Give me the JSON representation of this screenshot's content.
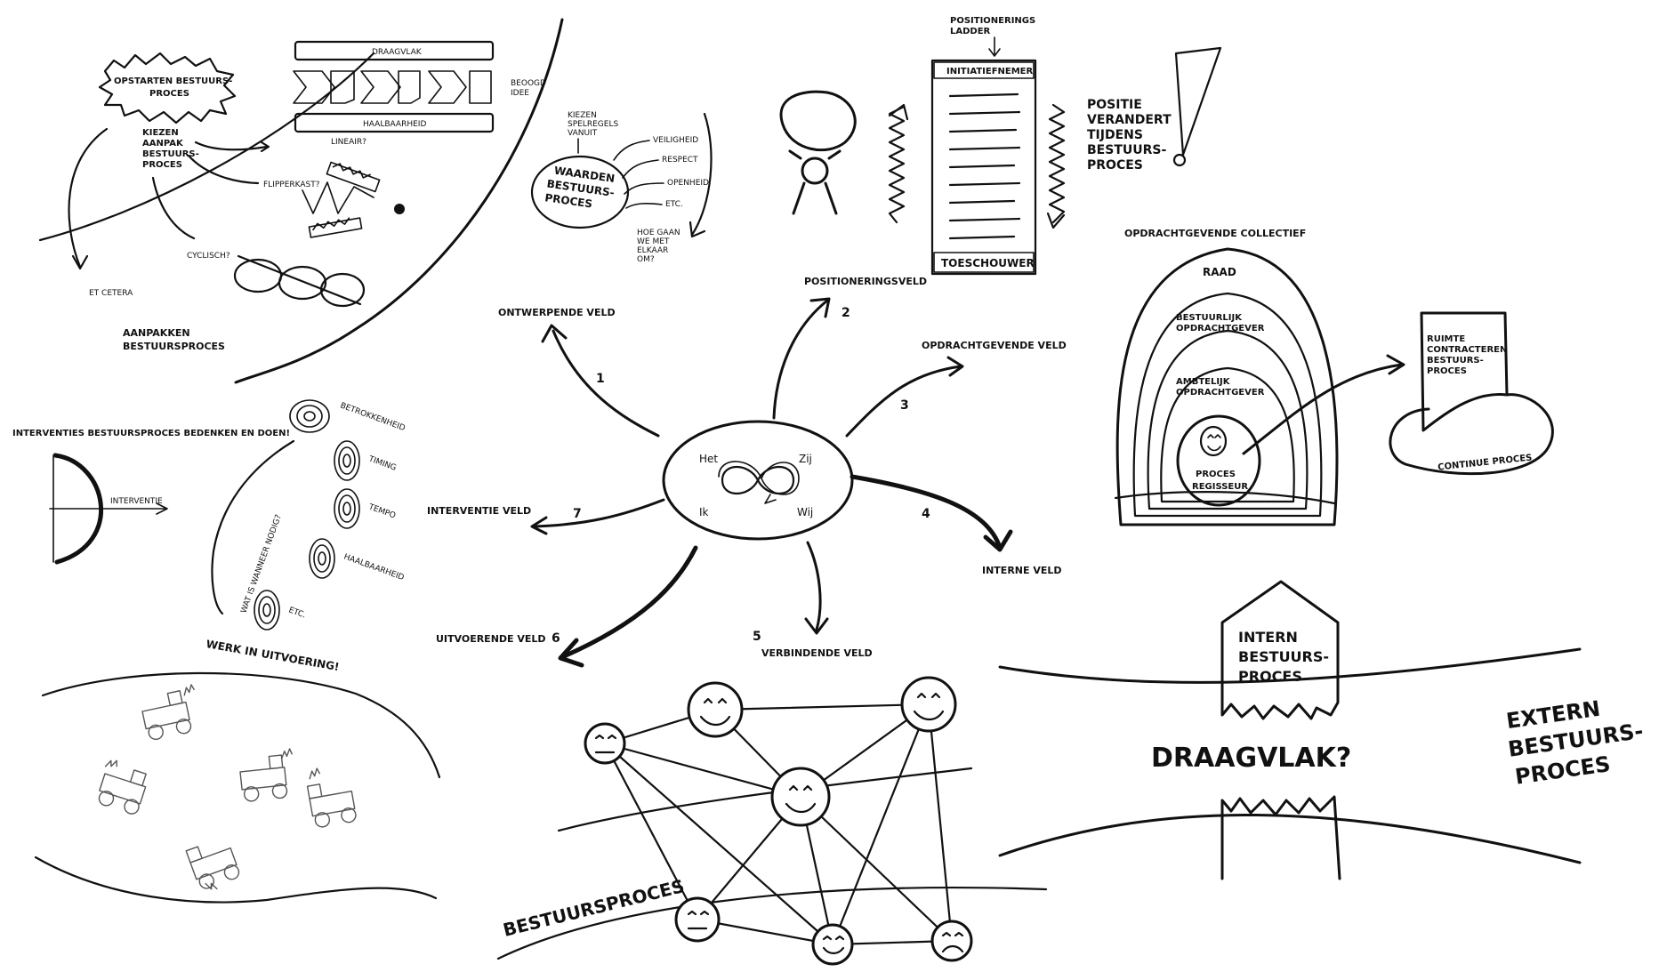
{
  "center": {
    "het": "Het",
    "zij": "Zij",
    "ik": "Ik",
    "wij": "Wij"
  },
  "fields": {
    "f1": {
      "num": "1",
      "label": "ONTWERPENDE VELD"
    },
    "f2": {
      "num": "2",
      "label": "POSITIONERINGSVELD"
    },
    "f3": {
      "num": "3",
      "label": "OPDRACHTGEVENDE VELD"
    },
    "f4": {
      "num": "4",
      "label": "INTERNE VELD"
    },
    "f5": {
      "num": "5",
      "label": "VERBINDENDE VELD"
    },
    "f6": {
      "num": "6",
      "label": "UITVOERENDE VELD"
    },
    "f7": {
      "num": "7",
      "label": "INTERVENTIE VELD"
    }
  },
  "aanpak": {
    "opstarten": [
      "OPSTARTEN BESTUURS-",
      "PROCES"
    ],
    "kiezen": [
      "KIEZEN",
      "AANPAK",
      "BESTUURS-",
      "PROCES"
    ],
    "draagvlak": "DRAAGVLAK",
    "haalbaarheid": "HAALBAARHEID",
    "beoogd": [
      "BEOOGD",
      "IDEE"
    ],
    "lineair": "LINEAIR?",
    "flipperkast": "FLIPPERKAST?",
    "cyclisch": "CYCLISCH?",
    "etcetera": "ET CETERA",
    "title": [
      "AANPAKKEN",
      "BESTUURSPROCES"
    ]
  },
  "waarden": {
    "kiezen": [
      "KIEZEN",
      "SPELREGELS",
      "VANUIT"
    ],
    "title": [
      "WAARDEN",
      "BESTUURS-",
      "PROCES"
    ],
    "items": [
      "VEILIGHEID",
      "RESPECT",
      "OPENHEID",
      "ETC."
    ],
    "question": [
      "HOE GAAN",
      "WE MET",
      "ELKAAR",
      "OM?"
    ]
  },
  "positie": {
    "ladder": [
      "POSITIONERINGS",
      "LADDER"
    ],
    "top": "INITIATIEFNEMER",
    "bottom": "TOESCHOUWER",
    "text": [
      "POSITIE",
      "VERANDERT",
      "TIJDENS",
      "BESTUURS-",
      "PROCES"
    ]
  },
  "opdracht": {
    "title": "OPDRACHTGEVENDE COLLECTIEF",
    "raad": "RAAD",
    "bestuurlijk": [
      "BESTUURLIJK",
      "OPDRACHTGEVER"
    ],
    "ambtelijk": [
      "AMBTELIJK",
      "OPDRACHTGEVER"
    ],
    "regisseur": [
      "PROCES",
      "REGISSEUR"
    ],
    "ruimte": [
      "RUIMTE",
      "CONTRACTEREN",
      "BESTUURS-",
      "PROCES"
    ],
    "continue": "CONTINUE PROCES"
  },
  "interventies": {
    "title": "INTERVENTIES BESTUURSPROCES BEDENKEN EN DOEN!",
    "interventie": "INTERVENTIE",
    "wat": "WAT IS WANNEER NODIG?",
    "targets": [
      "BETROKKENHEID",
      "TIMING",
      "TEMPO",
      "HAALBAARHEID",
      "ETC."
    ]
  },
  "werk": {
    "title": "WERK IN UITVOERING!"
  },
  "bestuursproces": {
    "label": "BESTUURSPROCES"
  },
  "draagvlak": {
    "intern": [
      "INTERN",
      "BESTUURS-",
      "PROCES"
    ],
    "main": "DRAAGVLAK?",
    "extern": [
      "EXTERN",
      "BESTUURS-",
      "PROCES"
    ]
  }
}
